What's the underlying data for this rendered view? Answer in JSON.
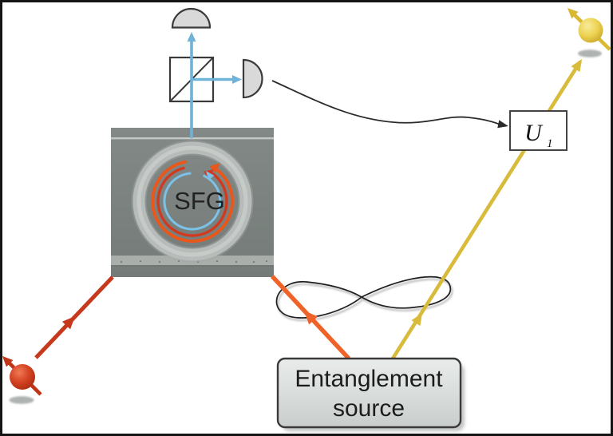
{
  "figure": {
    "description": "Quantum teleportation schematic: entanglement source, SFG ring-resonator chip micrograph, beam splitter with two detectors, feed-forward to unitary gate, red and yellow spin qubits",
    "background": "#ffffff",
    "border_color": "#141414"
  },
  "labels": {
    "chip_ring": "SFG",
    "gate_base": "U",
    "gate_sub": "1",
    "source_line1": "Entanglement",
    "source_line2": "source"
  },
  "colors": {
    "beam_red": "#c6391c",
    "beam_orange": "#ef6329",
    "beam_yellow": "#d9bb3c",
    "beam_blue": "#6fb3d9",
    "arc_orange": "#e8571c",
    "arc_red": "#d03a20",
    "arc_blue": "#7cc2e8",
    "detector_fill": "#d9d9d9",
    "outline": "#3a3a3a",
    "wire_black": "#2b2b2b",
    "chip_base": "#7b827f",
    "chip_ring_waveguide": "#b7bcba",
    "source_box_fill": "#d9dddc",
    "ball_red": "#cf3a1a",
    "ball_yellow": "#ecd14e",
    "shadow_gray": "#aeb4b1"
  },
  "components": {
    "chip": "sfg-chip-micrograph",
    "beam_splitter": "beam-splitter-cube",
    "detectors": [
      "detector-top",
      "detector-right"
    ],
    "gate": "unitary-gate-box",
    "source": "entanglement-source-box",
    "qubits": [
      "red-spin-qubit",
      "yellow-spin-qubit"
    ],
    "entanglement_link": "infinity-symbol",
    "feed_forward": "feed-forward-wire"
  }
}
